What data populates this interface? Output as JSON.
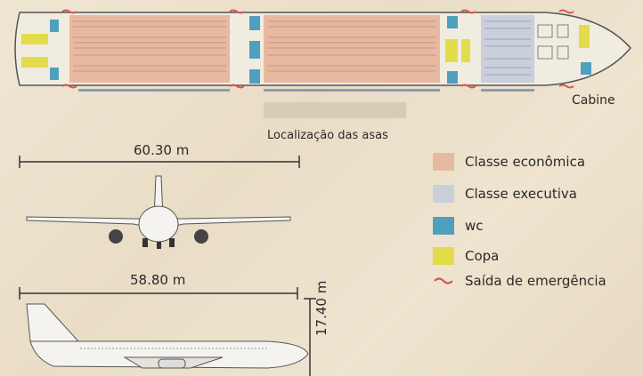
{
  "labels": {
    "cabin": "Cabine",
    "wings": "Localização das asas",
    "wingspan": "60.30 m",
    "length": "58.80 m",
    "height": "17.40 m"
  },
  "legend": [
    {
      "key": "economy",
      "label": "Classe econômica",
      "color": "#e8b9a0"
    },
    {
      "key": "business",
      "label": "Classe executiva",
      "color": "#c9cfdb"
    },
    {
      "key": "wc",
      "label": "wc",
      "color": "#4f9fbf"
    },
    {
      "key": "galley",
      "label": "Copa",
      "color": "#e3dc4a"
    },
    {
      "key": "exit",
      "label": "Saída de emergência",
      "color": "#d9534f"
    }
  ]
}
